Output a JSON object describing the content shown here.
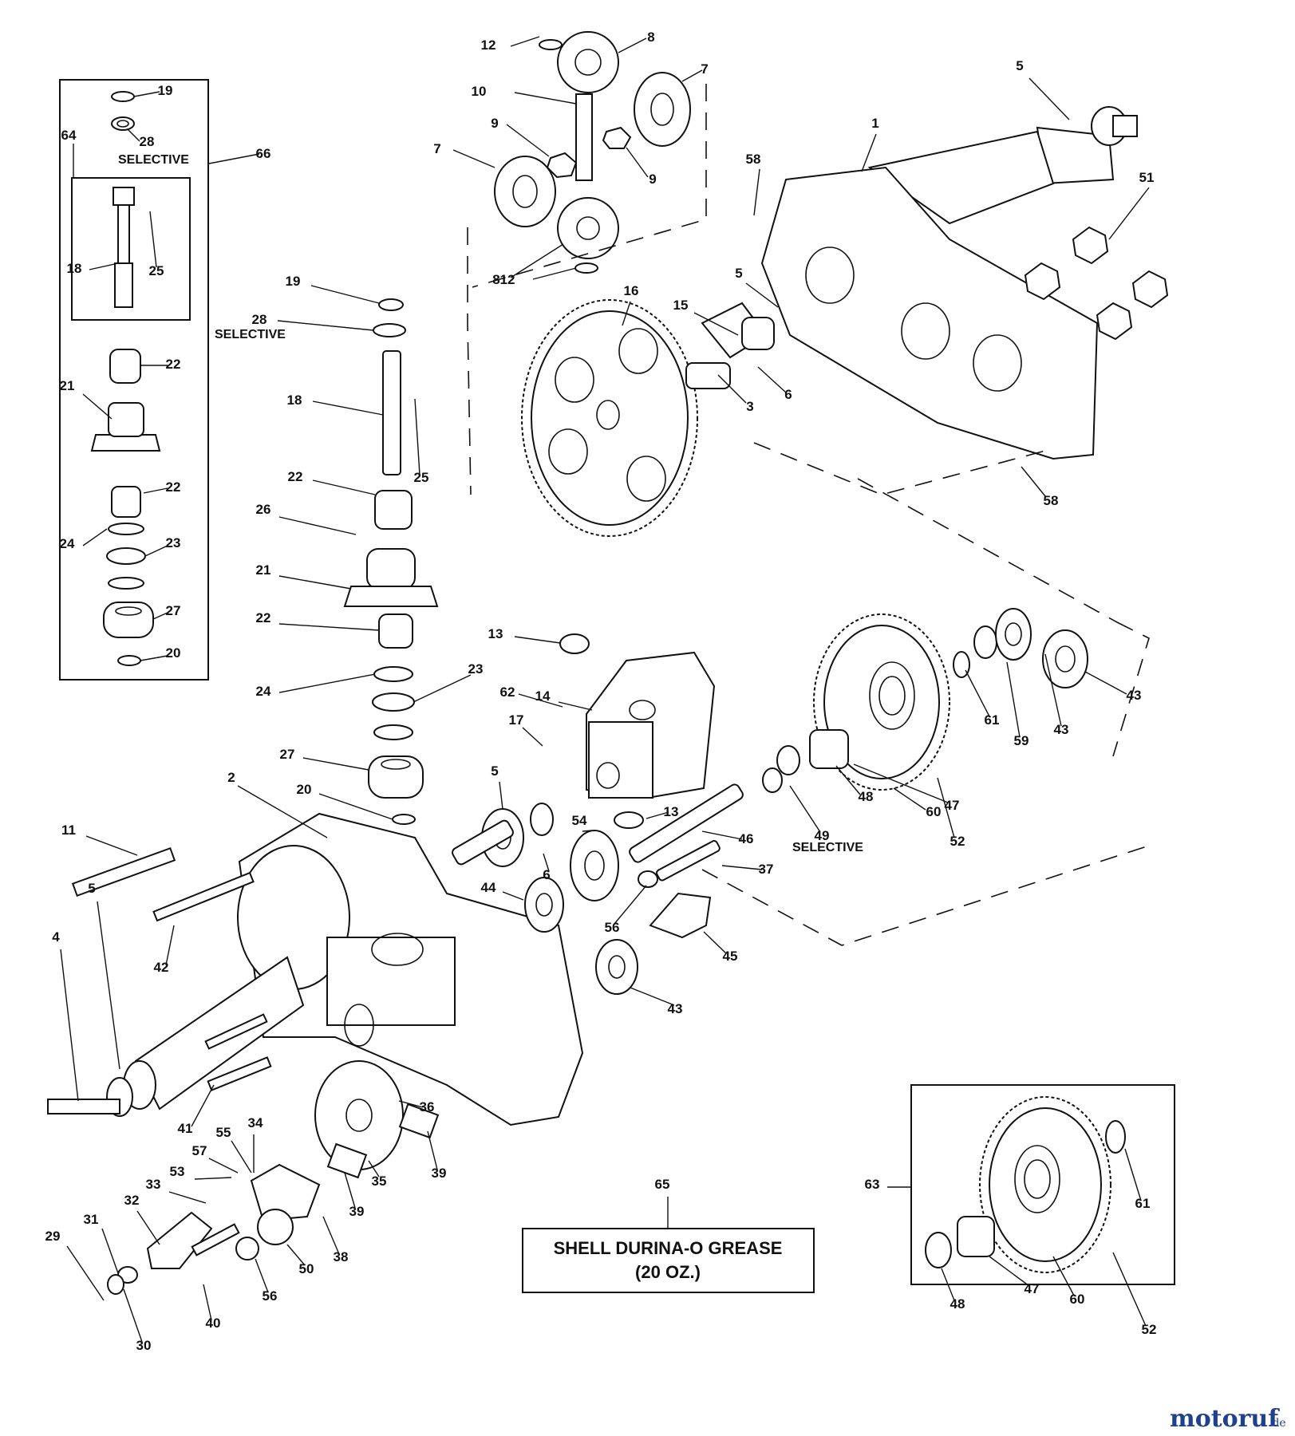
{
  "diagram": {
    "callouts": [
      {
        "id": "c12a",
        "text": "12"
      },
      {
        "id": "c8a",
        "text": "8"
      },
      {
        "id": "c7a",
        "text": "7"
      },
      {
        "id": "c10",
        "text": "10"
      },
      {
        "id": "c9a",
        "text": "9"
      },
      {
        "id": "c9b",
        "text": "9"
      },
      {
        "id": "c7b",
        "text": "7"
      },
      {
        "id": "c8b",
        "text": "8"
      },
      {
        "id": "c12b",
        "text": "12"
      },
      {
        "id": "c5a",
        "text": "5"
      },
      {
        "id": "c1",
        "text": "1"
      },
      {
        "id": "c58a",
        "text": "58"
      },
      {
        "id": "c51",
        "text": "51"
      },
      {
        "id": "c5b",
        "text": "5"
      },
      {
        "id": "c15",
        "text": "15"
      },
      {
        "id": "c16",
        "text": "16"
      },
      {
        "id": "c6a",
        "text": "6"
      },
      {
        "id": "c3",
        "text": "3"
      },
      {
        "id": "c58b",
        "text": "58"
      },
      {
        "id": "c19a",
        "text": "19"
      },
      {
        "id": "c28a",
        "text": "28"
      },
      {
        "id": "c64",
        "text": "64"
      },
      {
        "id": "c66",
        "text": "66"
      },
      {
        "id": "c18a",
        "text": "18"
      },
      {
        "id": "c25a",
        "text": "25"
      },
      {
        "id": "c22a",
        "text": "22"
      },
      {
        "id": "c21a",
        "text": "21"
      },
      {
        "id": "c22b",
        "text": "22"
      },
      {
        "id": "c24a",
        "text": "24"
      },
      {
        "id": "c23a",
        "text": "23"
      },
      {
        "id": "c27a",
        "text": "27"
      },
      {
        "id": "c20a",
        "text": "20"
      },
      {
        "id": "c19b",
        "text": "19"
      },
      {
        "id": "c28b",
        "text": "28"
      },
      {
        "id": "c18b",
        "text": "18"
      },
      {
        "id": "c25b",
        "text": "25"
      },
      {
        "id": "c22c",
        "text": "22"
      },
      {
        "id": "c26",
        "text": "26"
      },
      {
        "id": "c21b",
        "text": "21"
      },
      {
        "id": "c22d",
        "text": "22"
      },
      {
        "id": "c24b",
        "text": "24"
      },
      {
        "id": "c23b",
        "text": "23"
      },
      {
        "id": "c27b",
        "text": "27"
      },
      {
        "id": "c20b",
        "text": "20"
      },
      {
        "id": "c13a",
        "text": "13"
      },
      {
        "id": "c62",
        "text": "62"
      },
      {
        "id": "c14",
        "text": "14"
      },
      {
        "id": "c17",
        "text": "17"
      },
      {
        "id": "c5c",
        "text": "5"
      },
      {
        "id": "c6b",
        "text": "6"
      },
      {
        "id": "c54",
        "text": "54"
      },
      {
        "id": "c13b",
        "text": "13"
      },
      {
        "id": "c46",
        "text": "46"
      },
      {
        "id": "c37",
        "text": "37"
      },
      {
        "id": "c44",
        "text": "44"
      },
      {
        "id": "c56a",
        "text": "56"
      },
      {
        "id": "c45",
        "text": "45"
      },
      {
        "id": "c43a",
        "text": "43"
      },
      {
        "id": "c2",
        "text": "2"
      },
      {
        "id": "c11",
        "text": "11"
      },
      {
        "id": "c42",
        "text": "42"
      },
      {
        "id": "c5d",
        "text": "5"
      },
      {
        "id": "c4",
        "text": "4"
      },
      {
        "id": "c41",
        "text": "41"
      },
      {
        "id": "c36",
        "text": "36"
      },
      {
        "id": "c39a",
        "text": "39"
      },
      {
        "id": "c35",
        "text": "35"
      },
      {
        "id": "c39b",
        "text": "39"
      },
      {
        "id": "c38",
        "text": "38"
      },
      {
        "id": "c34",
        "text": "34"
      },
      {
        "id": "c55",
        "text": "55"
      },
      {
        "id": "c57",
        "text": "57"
      },
      {
        "id": "c53",
        "text": "53"
      },
      {
        "id": "c33",
        "text": "33"
      },
      {
        "id": "c32",
        "text": "32"
      },
      {
        "id": "c31",
        "text": "31"
      },
      {
        "id": "c29",
        "text": "29"
      },
      {
        "id": "c30",
        "text": "30"
      },
      {
        "id": "c40",
        "text": "40"
      },
      {
        "id": "c56b",
        "text": "56"
      },
      {
        "id": "c50",
        "text": "50"
      },
      {
        "id": "c43b",
        "text": "43"
      },
      {
        "id": "c61a",
        "text": "61"
      },
      {
        "id": "c59",
        "text": "59"
      },
      {
        "id": "c43c",
        "text": "43"
      },
      {
        "id": "c47a",
        "text": "47"
      },
      {
        "id": "c60a",
        "text": "60"
      },
      {
        "id": "c52a",
        "text": "52"
      },
      {
        "id": "c48a",
        "text": "48"
      },
      {
        "id": "c49",
        "text": "49"
      },
      {
        "id": "c65",
        "text": "65"
      },
      {
        "id": "c63",
        "text": "63"
      },
      {
        "id": "c61b",
        "text": "61"
      },
      {
        "id": "c48b",
        "text": "48"
      },
      {
        "id": "c47b",
        "text": "47"
      },
      {
        "id": "c60b",
        "text": "60"
      },
      {
        "id": "c52b",
        "text": "52"
      }
    ],
    "notes": {
      "selective_top": "SELECTIVE",
      "selective_mid": "SELECTIVE",
      "selective_49": "SELECTIVE"
    },
    "grease_label": {
      "line1": "SHELL DURINA-O GREASE",
      "line2": "(20 OZ.)"
    }
  },
  "watermark": {
    "brand": "motoruf",
    "tld": ".de"
  }
}
